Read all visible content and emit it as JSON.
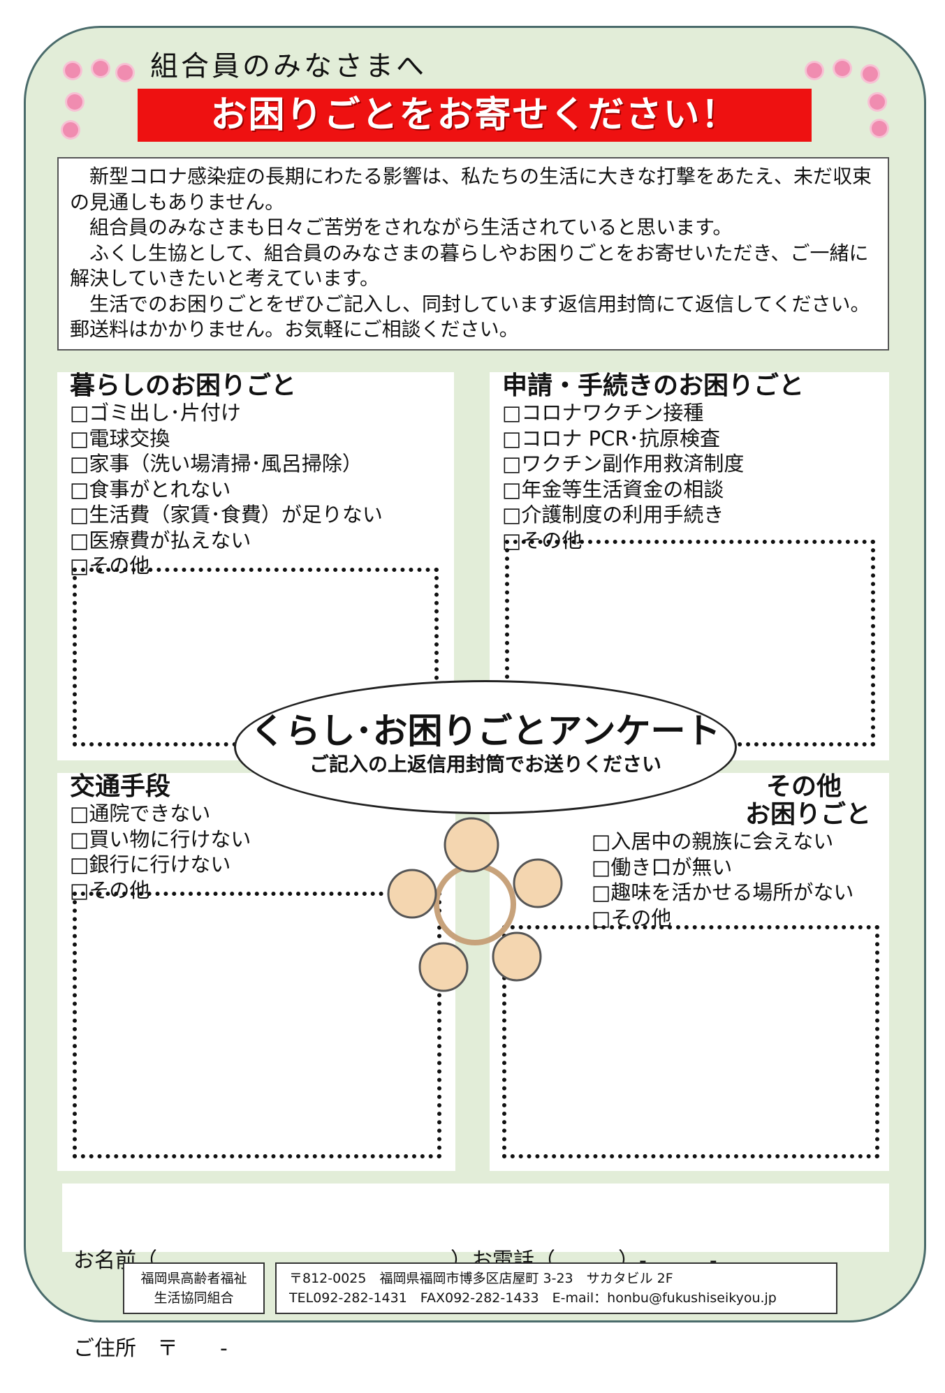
{
  "subtitle": "組合員のみなさまへ",
  "banner": "お困りごとをお寄せください！",
  "intro": [
    "新型コロナ感染症の長期にわたる影響は、私たちの生活に大きな打撃をあたえ、未だ収束の見通しもありません。",
    "組合員のみなさまも日々ご苦労をされながら生活されていると思います。",
    "ふくし生協として、組合員のみなさまの暮らしやお困りごとをお寄せいただき、ご一緒に解決していきたいと考えています。",
    "生活でのお困りごとをぜひご記入し、同封しています返信用封筒にて返信してください。郵送料はかかりません。お気軽にご相談ください。"
  ],
  "sections": {
    "living": {
      "title": "暮らしのお困りごと",
      "items": [
        "□ゴミ出し･片付け",
        "□電球交換",
        "□家事（洗い場清掃･風呂掃除）",
        "□食事がとれない",
        "□生活費（家賃･食費）が足りない",
        "□医療費が払えない",
        "□その他"
      ]
    },
    "procedures": {
      "title": "申請・手続きのお困りごと",
      "items": [
        "□コロナワクチン接種",
        "□コロナ PCR･抗原検査",
        "□ワクチン副作用救済制度",
        "□年金等生活資金の相談",
        "□介護制度の利用手続き",
        "□その他"
      ]
    },
    "transport": {
      "title": "交通手段",
      "items": [
        "□通院できない",
        "□買い物に行けない",
        "□銀行に行けない",
        "□その他"
      ]
    },
    "other": {
      "title1": "その他",
      "title2": "お困りごと",
      "items": [
        "□入居中の親族に会えない",
        "□働き口が無い",
        "□趣味を活かせる場所がない",
        "□その他"
      ]
    }
  },
  "survey": {
    "title": "くらし･お困りごとアンケート",
    "subtitle": "ご記入の上返信用封筒でお送りください"
  },
  "form": {
    "line1": "お名前（　　　　　　　　　　　　　　）お電話（　　　）-　　　-",
    "line2": "ご住所　〒　　-"
  },
  "footer": {
    "org1": "福岡県高齢者福祉",
    "org2": "生活協同組合",
    "address": "〒812-0025　福岡県福岡市博多区店屋町 3-23　サカタビル 2F",
    "contact": "TEL092-282-1431　FAX092-282-1433　E-mail：honbu@fukushiseikyou.jp"
  }
}
